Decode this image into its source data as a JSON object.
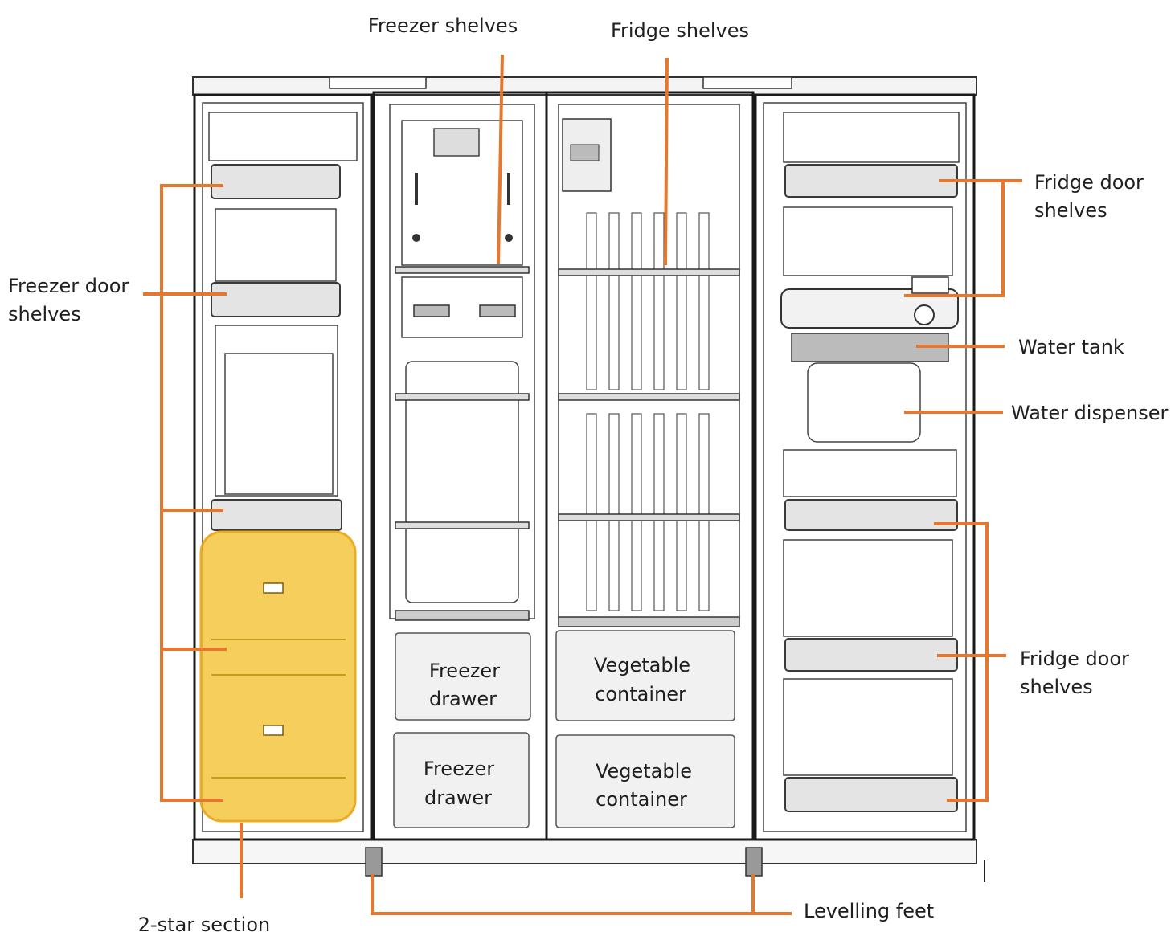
{
  "labels": {
    "freezer_shelves": "Freezer shelves",
    "fridge_shelves": "Fridge shelves",
    "freezer_door_shelves": [
      "Freezer door",
      "shelves"
    ],
    "fridge_door_shelves_top": [
      "Fridge door",
      "shelves"
    ],
    "water_tank": "Water tank",
    "water_dispenser": "Water dispenser",
    "fridge_door_shelves_bottom": [
      "Fridge door",
      "shelves"
    ],
    "freezer_drawer_top": [
      "Freezer",
      "drawer"
    ],
    "freezer_drawer_bottom": [
      "Freezer",
      "drawer"
    ],
    "vegetable_container_top": [
      "Vegetable",
      "container"
    ],
    "vegetable_container_bottom": [
      "Vegetable",
      "container"
    ],
    "two_star_section": "2-star section",
    "levelling_feet": "Levelling feet"
  },
  "colors": {
    "callout": "#e5782e",
    "two_star_highlight": "#f5c94a",
    "two_star_outline": "#e8a40c",
    "line_art": "#1a1a1a"
  }
}
